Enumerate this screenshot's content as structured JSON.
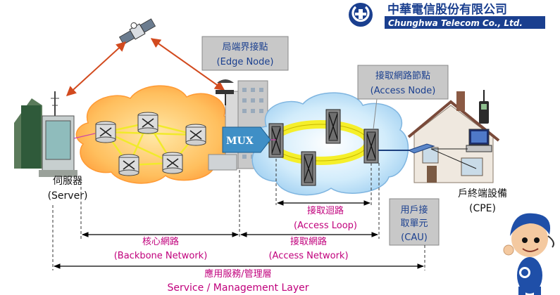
{
  "header": {
    "company_cn": "中華電信股份有限公司",
    "company_en": "Chunghwa Telecom Co., Ltd."
  },
  "nodes": {
    "edge_cn": "局端界接點",
    "edge_en": "(Edge  Node)",
    "access_cn": "接取網路節點",
    "access_en": "(Access Node)",
    "mux": "MUX",
    "server_cn": "伺服器",
    "server_en": "(Server)",
    "cpe_cn": "戶終端設備",
    "cpe_en": "(CPE)",
    "cau_line1": "用戶接",
    "cau_line2": "取單元",
    "cau_en": "(CAU)"
  },
  "spans": {
    "loop_cn": "接取迴路",
    "loop_en": "(Access Loop)",
    "backbone_cn": "核心網路",
    "backbone_en": "(Backbone Network)",
    "access_cn": "接取網路",
    "access_en": "(Access Network)",
    "service_cn": "應用服務/管理層",
    "service_en": "Service / Management Layer"
  },
  "colors": {
    "brand_blue": "#1a3f8f",
    "label_box": "#c8c8c8",
    "magenta": "#c0007c",
    "cloud_orange": "#ffc066",
    "cloud_blue": "#b8ddf5",
    "ring_yellow": "#f5ef2a",
    "arrow_red": "#d24a1e"
  },
  "icons": [
    "chunghwa-logo-icon",
    "satellite-icon",
    "router-icon",
    "switch-icon",
    "tower-icon",
    "mascot-icon"
  ]
}
